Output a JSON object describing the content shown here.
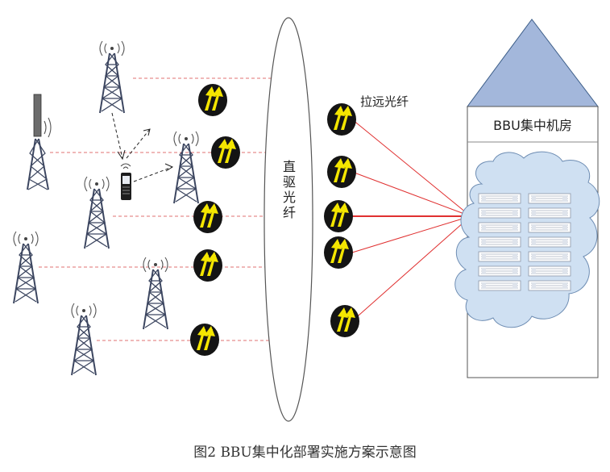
{
  "diagram": {
    "fiber_center_label": "直驱光纤",
    "fiber_remote_label": "拉远光纤",
    "bbu_room_label": "BBU集中机房",
    "caption": "图2    BBU集中化部署实施方案示意图"
  },
  "colors": {
    "roof": "#a3b7db",
    "roof_stroke": "#3e5f8a",
    "cloud": "#cfe0f2",
    "cloud_stroke": "#6e8db3",
    "fiber_line": "#e03030",
    "signal_disc": "#141414",
    "signal_arrow": "#f4e600"
  }
}
